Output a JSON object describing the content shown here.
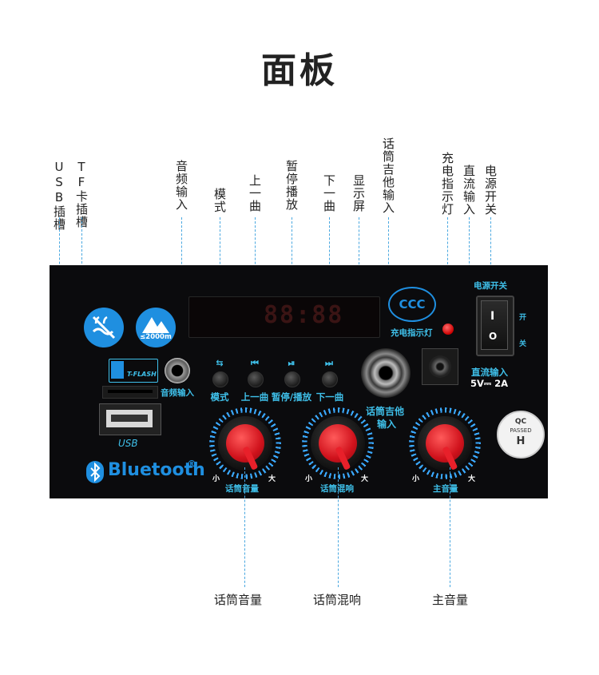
{
  "title": "面板",
  "top_labels": {
    "usb_slot": "USB插槽",
    "tf_slot": "TF卡插槽",
    "audio_in": "音频输入",
    "mode": "模式",
    "prev": "上一曲",
    "play_pause": "暂停播放",
    "next": "下一曲",
    "display": "显示屏",
    "mic_guitar_in": "话筒吉他输入",
    "charge_light": "充电指示灯",
    "dc_in": "直流输入",
    "power_switch": "电源开关"
  },
  "panel": {
    "power_switch_label": "电源开关",
    "switch_on": "开",
    "switch_off": "关",
    "switch_on_symbol": "I",
    "switch_off_symbol": "O",
    "charge_light_label": "充电指示灯",
    "dc_in_label": "直流输入",
    "dc_spec": "5V⎓ 2A",
    "guitar_in_line1": "话筒吉他",
    "guitar_in_line2": "输入",
    "audio_in_label": "音频输入",
    "tf_logo": "T-FLASH",
    "usb_label": "USB",
    "bluetooth_text": "Bluetooth",
    "bluetooth_reg": "®",
    "altitude": "≤2000m",
    "display_digits": "88:88",
    "ccc": "CCC",
    "qc_top": "QC",
    "qc_mid": "PASSED",
    "qc_letter": "H",
    "buttons": [
      {
        "icon": "⇆",
        "label": "模式"
      },
      {
        "icon": "⏮",
        "label": "上一曲"
      },
      {
        "icon": "⏯",
        "label": "暂停/播放"
      },
      {
        "icon": "⏭",
        "label": "下一曲"
      }
    ],
    "knobs": [
      {
        "label": "话筒音量",
        "min": "小",
        "max": "大"
      },
      {
        "label": "话筒混响",
        "min": "小",
        "max": "大"
      },
      {
        "label": "主音量",
        "min": "小",
        "max": "大"
      }
    ]
  },
  "bottom_labels": {
    "mic_volume": "话筒音量",
    "mic_reverb": "话筒混响",
    "master_volume": "主音量"
  },
  "colors": {
    "accent": "#3fc0ea",
    "panel": "#0b0b0d",
    "knob_red": "#d0121c",
    "bluetooth_blue": "#1f8fe0"
  }
}
